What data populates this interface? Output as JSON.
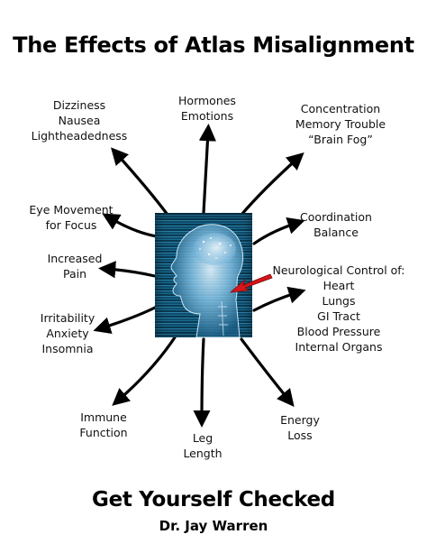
{
  "title": "The Effects of Atlas Misalignment",
  "effects": {
    "top_left": [
      "Dizziness",
      "Nausea",
      "Lightheadedness"
    ],
    "top": [
      "Hormones",
      "Emotions"
    ],
    "top_right": [
      "Concentration",
      "Memory Trouble",
      "“Brain Fog”"
    ],
    "left_upper": [
      "Eye Movement",
      "for Focus"
    ],
    "right_upper": [
      "Coordination",
      "Balance"
    ],
    "left_middle": [
      "Increased",
      "Pain"
    ],
    "right_middle": [
      "Neurological Control of:",
      "Heart",
      "Lungs",
      "GI Tract",
      "Blood Pressure",
      "Internal Organs"
    ],
    "left_lower": [
      "Irritability",
      "Anxiety",
      "Insomnia"
    ],
    "bottom_left": [
      "Immune",
      "Function"
    ],
    "bottom": [
      "Leg",
      "Length"
    ],
    "bottom_right": [
      "Energy",
      "Loss"
    ]
  },
  "footer": {
    "headline": "Get Yourself Checked",
    "author": "Dr. Jay Warren"
  },
  "colors": {
    "arrow": "#000000",
    "pointer_arrow": "#d8151b",
    "panel_background": "#0e4e6e",
    "head_glow": "#bfe6ff"
  },
  "icons": {
    "center_image": "glowing-head-profile-icon",
    "pointer": "red-arrow-icon"
  }
}
